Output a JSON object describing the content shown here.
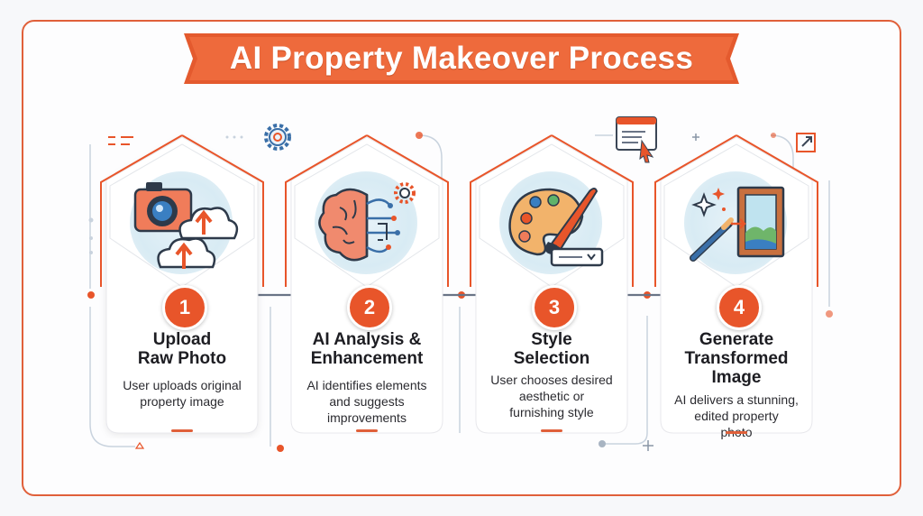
{
  "title": "AI Property Makeover Process",
  "colors": {
    "accent": "#e8552a",
    "frame": "#e0603a",
    "arrow": "#6a7486",
    "title_text": "#ffffff"
  },
  "steps": [
    {
      "number": "1",
      "title": "Upload\nRaw Photo",
      "description": "User uploads original\nproperty image",
      "icon": "camera-upload-icon"
    },
    {
      "number": "2",
      "title": "AI Analysis &\nEnhancement",
      "description": "AI identifies elements\nand suggests\nimprovements",
      "icon": "brain-circuit-icon"
    },
    {
      "number": "3",
      "title": "Style\nSelection",
      "description": "User chooses desired\naesthetic or\nfurnishing style",
      "icon": "palette-brush-icon"
    },
    {
      "number": "4",
      "title": "Generate\nTransformed\nImage",
      "description": "AI delivers a stunning,\nedited property\nphoto",
      "icon": "magic-wand-picture-icon"
    }
  ]
}
